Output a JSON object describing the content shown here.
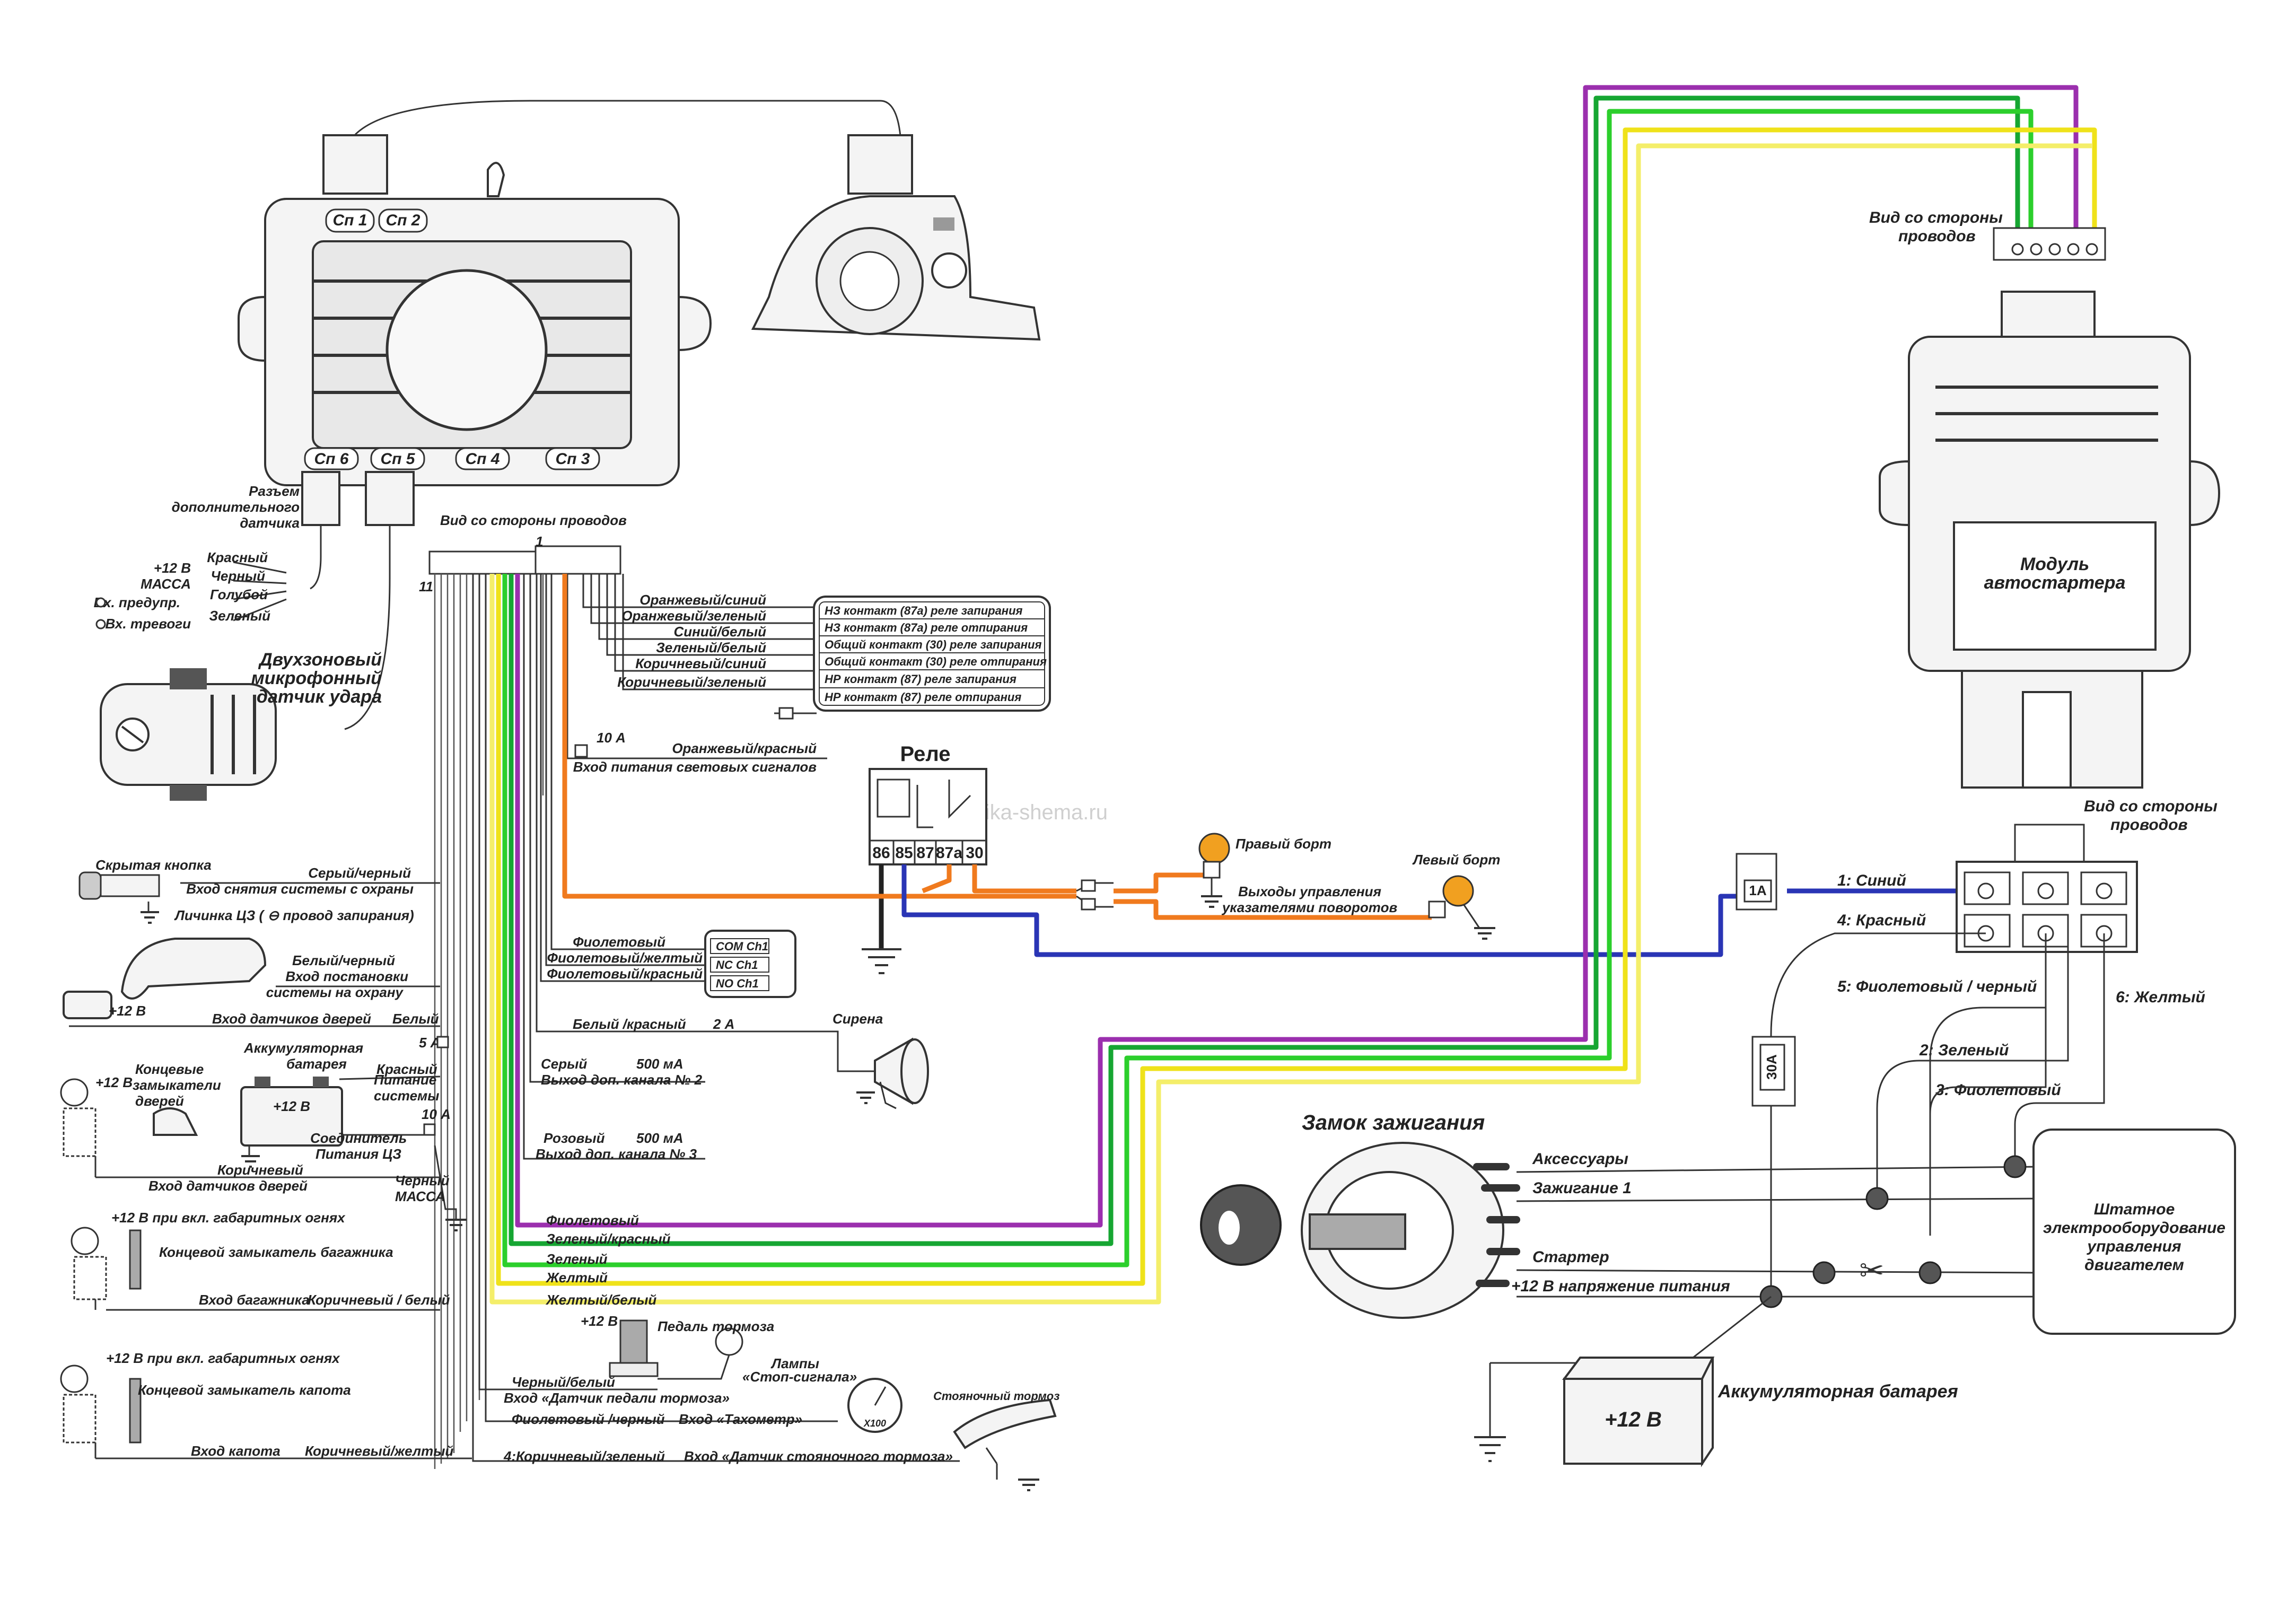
{
  "watermark": "avto-elektrika-shema.ru",
  "alarm_unit": {
    "connectors": [
      "Сп 1",
      "Сп 2",
      "Сп 6",
      "Сп 5",
      "Сп 4",
      "Сп 3"
    ]
  },
  "sensor_connector": {
    "label_1": "Разъем",
    "label_2": "дополнительного",
    "label_3": "датчика"
  },
  "wire_side_view_1": "Вид со стороны проводов",
  "pin_1": "1",
  "pin_11": "11",
  "sensor_wires": [
    {
      "name": "+12 В",
      "color": "Красный"
    },
    {
      "name": "МАССА",
      "color": "Черный"
    },
    {
      "name": "Вх. предупр.",
      "color": "Голубой"
    },
    {
      "name": "Вх. тревоги",
      "color": "Зеленый"
    }
  ],
  "shock_sensor": {
    "line1": "Двухзоновый",
    "line2": "микрофонный",
    "line3": "датчик удара"
  },
  "lock_wires": [
    "Оранжевый/синий",
    "Оранжевый/зеленый",
    "Синий/белый",
    "Зеленый/белый",
    "Коричневый/синий",
    "Коричневый/зеленый"
  ],
  "lock_contacts": [
    "НЗ контакт (87а) реле запирания",
    "НЗ контакт (87а) реле отпирания",
    "Общий контакт (30) реле запирания",
    "Общий контакт (30) реле отпирания",
    "НР контакт (87) реле запирания",
    "НР контакт (87) реле отпирания"
  ],
  "light_input": {
    "fuse": "10 А",
    "color": "Оранжевый/красный",
    "desc": "Вход питания световых сигналов"
  },
  "relay": {
    "title": "Реле",
    "pins": [
      "86",
      "85",
      "87",
      "87a",
      "30"
    ]
  },
  "turn_signals": {
    "right": "Правый борт",
    "left": "Левый борт",
    "out1": "Выходы управления",
    "out2": "указателями поворотов"
  },
  "hidden_button": {
    "name": "Скрытая кнопка",
    "color": "Серый/черный",
    "desc": "Вход снятия системы с охраны"
  },
  "lock_cylinder": {
    "name": "Личинка ЦЗ ( ⊖ провод запирания)",
    "color": "Белый/черный",
    "desc1": "Вход постановки",
    "desc2": "системы на охрану"
  },
  "door_input": {
    "plus": "+12 В",
    "desc": "Вход датчиков дверей",
    "color": "Белый"
  },
  "ch1": {
    "wires": [
      "Фиолетовый",
      "Фиолетовый/желтый",
      "Фиолетовый/красный"
    ],
    "contacts": [
      "COM  Ch1",
      "NC  Ch1",
      "NO  Ch1"
    ]
  },
  "siren": {
    "name": "Сирена",
    "color": "Белый /красный",
    "rating": "2 А"
  },
  "channel2": {
    "color": "Серый",
    "rating": "500 мА",
    "desc": "Выход доп. канала № 2"
  },
  "channel3": {
    "color": "Розовый",
    "rating": "500 мА",
    "desc": "Выход доп. канала № 3"
  },
  "door_switches": {
    "plus": "+12 В",
    "line1": "Концевые",
    "line2": "замыкатели",
    "line3": "дверей"
  },
  "battery_left": {
    "title1": "Аккумуляторная",
    "title2": "батарея",
    "label": "+12 В",
    "fuse": "5 А"
  },
  "power": {
    "color": "Красный",
    "desc1": "Питание",
    "desc2": "системы",
    "fuse": "10 А"
  },
  "cz_power": {
    "line1": "Соединитель",
    "line2": "Питания ЦЗ"
  },
  "brown_wire": {
    "color": "Коричневый",
    "desc": "Вход датчиков дверей"
  },
  "ground": {
    "color": "Черный",
    "desc": "МАССА"
  },
  "trunk": {
    "plus": "+12 В при вкл. габаритных огнях",
    "name": "Концевой замыкатель багажника",
    "desc": "Вход багажника",
    "color": "Коричневый / белый"
  },
  "hood": {
    "plus": "+12 В при вкл. габаритных огнях",
    "name": "Концевой замыкатель капота",
    "desc": "Вход  капота",
    "color": "Коричневый/желтый"
  },
  "colored_wires": [
    "Фиолетовый",
    "Зеленый/красный",
    "Зеленый",
    "Желтый",
    "Желтый/белый"
  ],
  "brake": {
    "plus": "+12 В",
    "pedal": "Педаль тормоза",
    "lamps1": "Лампы",
    "lamps2": "«Стоп-сигнала»",
    "color": "Черный/белый",
    "desc": "Вход «Датчик педали тормоза»"
  },
  "tacho": {
    "color": "Фиолетовый /черный",
    "desc": "Вход «Тахометр»",
    "scale": "X100"
  },
  "parking_brake": {
    "name": "Стояночный тормоз",
    "color": "4:Коричневый/зеленый",
    "desc": "Вход «Датчик стояночного тормоза»"
  },
  "autostart": {
    "view1": "Вид со стороны",
    "view2": "проводов",
    "title1": "Модуль",
    "title2": "автостартера"
  },
  "autostart_connector": {
    "view1": "Вид со стороны",
    "view2": "проводов"
  },
  "autostart_wires": [
    "1: Синий",
    "4: Красный",
    "5: Фиолетовый / черный",
    "6: Желтый",
    "2: Зеленый",
    "3: Фиолетовый"
  ],
  "fuses": {
    "f1": "1A",
    "f30": "30A"
  },
  "ignition": {
    "title": "Замок зажигания",
    "lines": [
      "Аксессуары",
      "Зажигание 1",
      "Стартер",
      "+12 В напряжение питания"
    ]
  },
  "engine": {
    "line1": "Штатное",
    "line2": "электрооборудование",
    "line3": "управления",
    "line4": "двигателем"
  },
  "battery_right": {
    "name": "Аккумуляторная батарея",
    "label": "+12 В"
  },
  "colors": {
    "orange": "#f07a1e",
    "blue": "#2a35b5",
    "purple": "#9b2fae",
    "green": "#16a632",
    "lime": "#2ccf2c",
    "yellow": "#efe21a",
    "lightyellow": "#f4ee6a"
  }
}
